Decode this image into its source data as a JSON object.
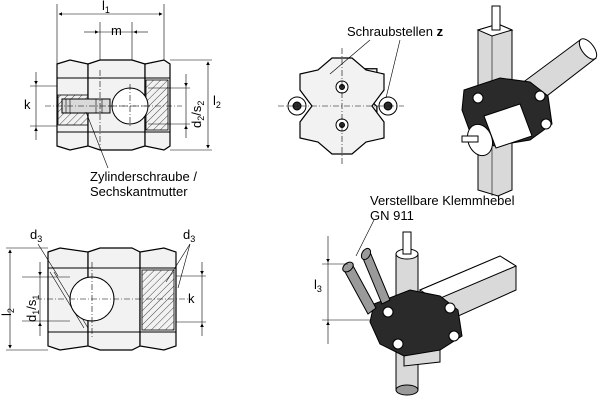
{
  "labels": {
    "l1": "l",
    "l1_sub": "1",
    "m": "m",
    "k_top": "k",
    "d2s2": "d",
    "d2s2_sub": "2",
    "d2s2_mid": "/s",
    "d2s2_sub2": "2",
    "l2_top": "l",
    "l2_top_sub": "2",
    "callout_screw_line1": "Zylinderschraube /",
    "callout_screw_line2": "Sechskantmutter",
    "schraubstellen": "Schraubstellen",
    "schraubstellen_z": "z",
    "d3_left": "d",
    "d3_left_sub": "3",
    "d3_right": "d",
    "d3_right_sub": "3",
    "l2_bot": "l",
    "l2_bot_sub": "2",
    "d1s1": "d",
    "d1s1_sub": "1",
    "d1s1_mid": "/s",
    "d1s1_sub2": "1",
    "k_bot": "k",
    "lever_line1": "Verstellbare Klemmhebel",
    "lever_line2": "GN 911",
    "l3": "l",
    "l3_sub": "3"
  }
}
